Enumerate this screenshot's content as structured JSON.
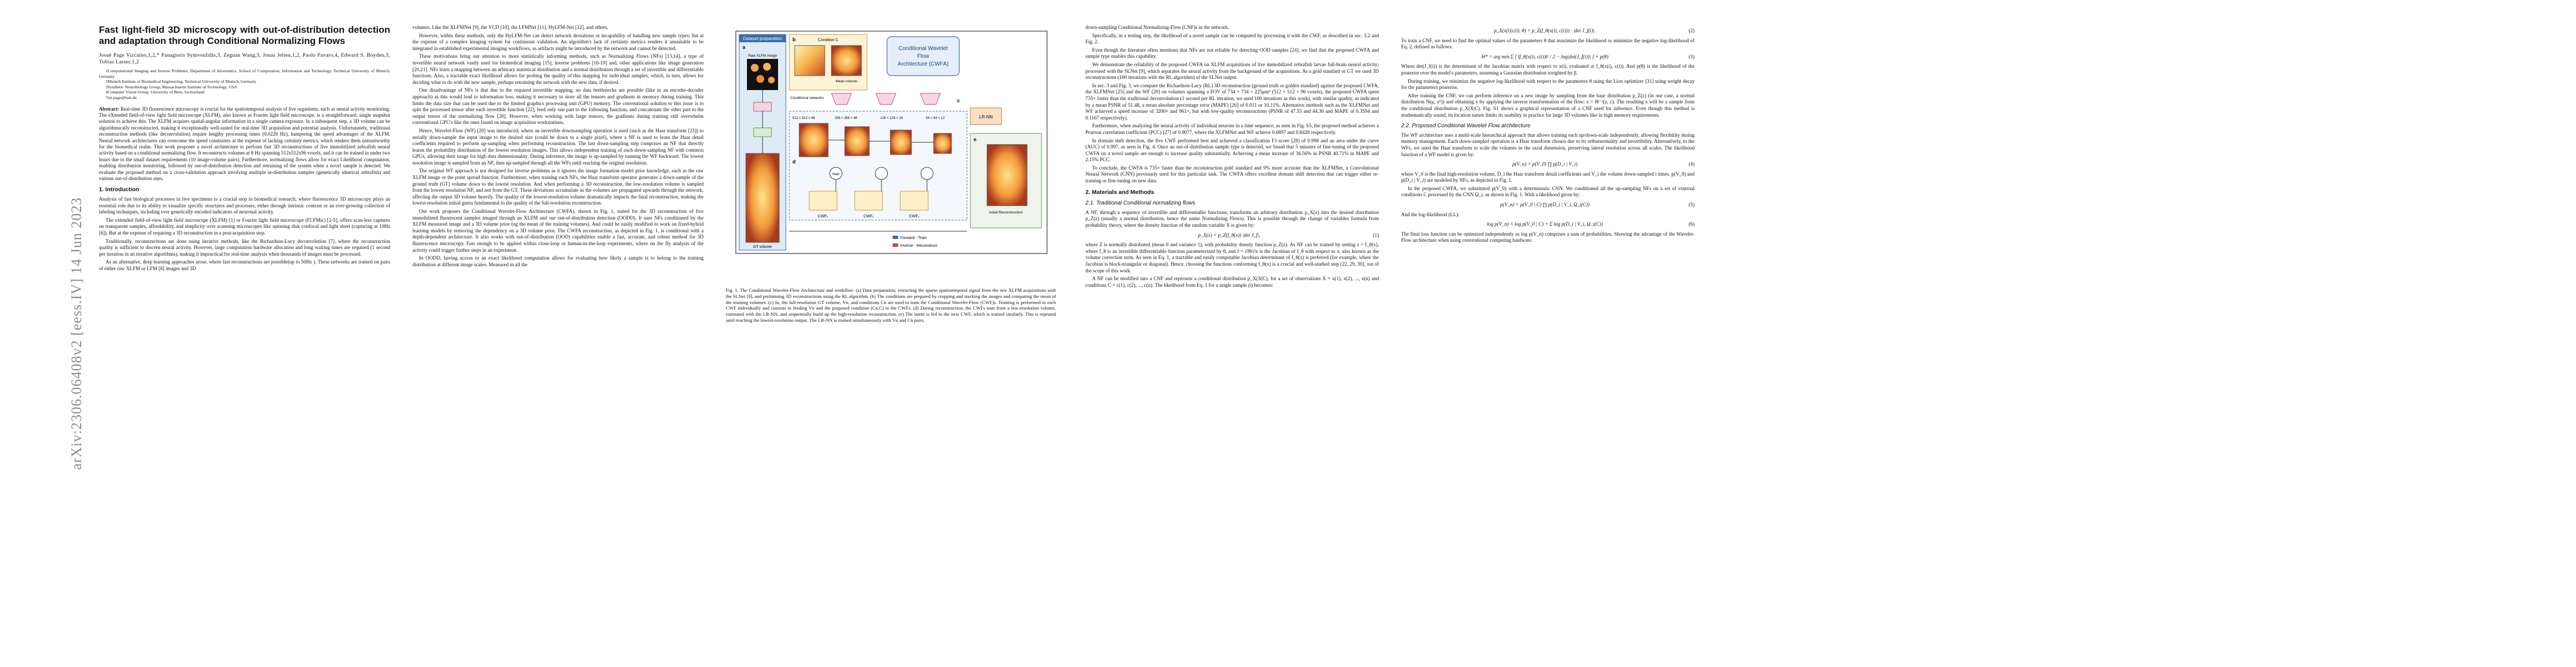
{
  "arxiv_stamp": "arXiv:2306.06408v2  [eess.IV]  14 Jun 2023",
  "paper": {
    "title": "Fast light-field 3D microscopy with out-of-distribution detection and adaptation through Conditional Normalizing Flows",
    "authors": "Josué Page Vizcaíno,1,2,* Panagiotis Symvoulidis,3, Zeguan Wang,3, Jonas Jelten,1,2, Paolo Favaro,4, Edward S. Boyden,3, Tobias Lasser,1,2",
    "affiliations": [
      "1Computational Imaging and Inverse Problems, Department of Informatics, School of Computation, Information and Technology, Technical University of Munich, Germany",
      "2Munich Institute of Biomedical Engineering, Technical University of Munich, Germany",
      "3Synthetic Neurobiology Group, Massachusetts Institute of Technology, USA",
      "4Computer Vision Group, University of Bern, Switzerland",
      "*jm.page@tum.de"
    ],
    "abstract_label": "Abstract:",
    "abstract": "Real-time 3D fluorescence microscopy is crucial for the spatiotemporal analysis of live organisms, such as neural activity monitoring. The eXtended field-of-view light field microscope (XLFM), also known as Fourier light field microscope, is a straightforward, single snapshot solution to achieve this. The XLFM acquires spatial-angular information in a single camera exposure. In a subsequent step, a 3D volume can be algorithmically reconstructed, making it exceptionally well-suited for real-time 3D acquisition and potential analysis. Unfortunately, traditional reconstruction methods (like deconvolution) require lengthy processing times (0.0220 Hz), hampering the speed advantages of the XLFM. Neural network architectures can overcome the speed constraints at the expense of lacking certainty metrics, which renders them untrustworthy for the biomedical realm. This work proposes a novel architecture to perform fast 3D reconstructions of live immobilized zebrafish neural activity based on a conditional normalizing flow. It reconstructs volumes at 8 Hz spanning 512x512x96 voxels, and it can be trained in under two hours due to the small dataset requirements (10 image-volume pairs). Furthermore, normalizing flows allow for exact Likelihood computation, enabling distribution monitoring, followed by out-of-distribution detection and retraining of the system when a novel sample is detected. We evaluate the proposed method on a cross-validation approach involving multiple in-distribution samples (genetically identical zebrafish) and various out-of-distribution ones.",
    "col1_sections": [
      {
        "heading": "1.   Introduction",
        "paragraphs": [
          "Analysis of fast biological processes in live specimens is a crucial step in biomedical research, where fluorescence 3D microscopy plays an essential role due to its ability to visualize specific structures and processes, either through intrinsic contrast or an ever-growing collection of labeling techniques, including ever genetically encoded indicators of neuronal activity.",
          "The extended field-of-view light field microscope (XLFM) [1] or Fourier light field microscope (FLFMic) [2-5], offers scan-less captures on transparent samples, affordability, and simplicity over scanning microscopes like spinning disk confocal and light sheet (capturing at 10Hz [6]). But at the expense of requiring a 3D reconstruction in a post-acquisition step.",
          "Traditionally, reconstructions are done using iterative methods, like the Richardson-Lucy deconvolution [7], where the reconstruction quality is sufficient to discern neural activity. However, large computation hardware allocation and long waiting times are required (1 second per iteration in an iterative algorithms), making it impractical for real-time analysis when thousands of images must be processed.",
          "As an alternative, deep learning approaches arose, where fast reconstructions are possible(up to 50Hz ). These networks are trained on pairs of either raw XLFM or LFM [8] images and 3D"
        ]
      }
    ],
    "col2_paragraphs": [
      "volumes. Like the XLFMNet [9], the VCD [10], the LFMNet [11], HyLFM-Net [12], and others.",
      "However, within these methods, only the HyLFM-Net can detect network deviations or incapability of handling new sample types; but at the expense of a complex imaging system for continuous validation. An algorithm's lack of certainty metrics renders it unsuitable to be integrated in established experimental imaging workflows, as artifacts might be introduced by the network and cannot be detected.",
      "These motivations bring our attention to more statistically informing methods, such as Normalizing Flows (NFs) [13,14], a type of invertible neural network vastly used for biomedical imaging [15], inverse problems [16-19] and, other applications like image generation [20,21]. NFs learn a mapping between an arbitrary statistical distribution and a normal distribution through a set of invertible and differentiable functions. Also, a tractable exact likelihood allows for probing the quality of this mapping for individual samples, which, in turn, allows for deciding what to do with the new sample, perhaps retraining the network with the new data, if desired.",
      "One disadvantage of NFs is that due to the required invertible mapping, no data bottlenecks are possible (like in an encoder-decoder approach) as this would lead to information loss, making it necessary to store all the tensors and gradients in memory during training. This limits the data size that can be used due to the limited graphics processing unit (GPU) memory. The conventional solution to this issue is to split the processed tensor after each invertible function [22], feed only one part to the following function, and concatenate the other part to the output tensor of the normalizing flow [20]. However, when working with large tensors, the gradients during training still overwhelm conventional GPU's like the ones found on image acquisition workstations.",
      "Hence, Wavelet-Flow (WF) [20] was introduced, where an invertible downsampling operation is used (such as the Haar transform [23]) to serially down-sample the input image to the desired size (could be down to a single pixel), where a NF is used to learn the Haar detail coefficients required to perform up-sampling when performing reconstruction. The last down-sampling step comprises an NF that directly learns the probability distribution of the lowest resolution images. This allows independent training of each down-sampling NF with common GPUs, allowing their usage for high data dimensionality. During inference, the image is up-sampled by running the WF backward. The lowest resolution image is sampled from an NF, then up-sampled through all the WFs until reaching the original resolution.",
      "The original WF approach is not designed for inverse problems as it ignores the image formation model prior knowledge, such as the raw XLFM image or the point spread function. Furthermore, when training each NFs, the Haar transform operator generates a down-sample of the ground truth (GT) volume down to the lowest resolution. And when performing a 3D reconstruction, the low-resolution volume is sampled from the lowest resolution NF, and not from the GT. These deviations accumulate as the volumes are propagated upwards through the network, affecting the output 3D volume heavily. The quality of the lowest-resolution volume dramatically impacts the final reconstruction, making the lowest-resolution initial guess fundamental to the quality of the full-resolution reconstruction.",
      "Our work proposes the Conditional Wavelet-Flow Architecture (CWFA), shown in Fig. 1, suited for the 3D reconstruction of live immobilized fluorescent samples imaged through an XLFM and our out-of-distribution detection (OODD). It uses NFs conditioned by the XLFM measured image and a 3D volume prior (eg the mean of the training volumes). And could be easily modified to work on fixed-hybrid learning models by removing the dependency on a 3D volume prior. The CWFA reconstruction, as depicted in Fig. 1, is conditional with a depth-dependent architecture. It also works with out-of-distribution (OOD) capabilities enable a fast, accurate, and robust method for 3D fluorescence microscopy. Fast enough to be applied within close-loop or human-in-the-loop experiments, where on the fly analysis of the activity could trigger further steps in an experiment.",
      "In OODD, having access to an exact likelihood computation allows for evaluating how likely a sample is to belong to the training distribution at different image scales. Measured in all the"
    ],
    "figure": {
      "panel_labels": [
        "a",
        "b",
        "c",
        "d",
        "e"
      ],
      "dataset_prep": "Dataset preparation",
      "raw_xlfm": "Raw XLFM image",
      "conditions": "Condition C",
      "conditional_networks": "Conditional networks",
      "architecture_title": "Conditional Wavelet Flow Architecture (CWFA)",
      "gt_volume": "GT volume",
      "mean_volume": "Mean volume",
      "initial_reconstruction": "Initial Reconstruction",
      "lr_nn": "LR-NN",
      "haar": "Haar",
      "forward_label": "Forward - Train",
      "inverse_label": "Inverse - Reconstruct",
      "cwf_labels": [
        "CWF₀",
        "CWF₁",
        "CWF₂"
      ],
      "sizes": [
        "512 × 512 × 96",
        "256 × 256 × 48",
        "128 × 128 × 24",
        "64 × 64 × 12"
      ],
      "caption": "Fig. 1. The Conditional Wavelet-Flow Architecture and workflow: (a) Data preparation; extracting the sparse spatiotemporal signal from the raw XLFM acquisitions with the SLNet [9], and performing 3D reconstructions using the RL algorithm. (b) The conditions are prepared by cropping and stacking the images and computing the mean of the training volumes. (c) In, the full-resolution GT volume, Vn, and conditions Cn are used to train the Conditional Wavelet-Flow (CWF)s. Training is performed in each CWF individually and consists in feeding Vn and the proposed condition (Cn,C) to the CWFs. (d) During reconstruction, the CWFs start from a low-resolution volume, estimated with the LR-NN, and sequentially build up the high-resolution reconstruction. (e) The latent is fed to the next CWF, which is trained similarly. This is repeated until reaching the lowest-resolution output. The LR-NN is trained simultaneously with Vn and Cn pairs."
    },
    "col3_paragraphs": [
      "down-sampling Conditional Normalizing-Flow (CNF)s in the network.",
      "Specifically, in a testing step, the likelihood of a novel sample can be computed by processing it with the CWF, as described in sec. 3.2 and Fig. 2.",
      "Even though the literature often mentions that NFs are not reliable for detecting OOD samples [24], we find that the proposed CWFA and sample type enables this capability.",
      "We demonstrate the reliability of the proposed CWFA on XLFM acquisitions of live immobilized zebrafish larvae full-brain neural activity; processed with the SLNet [9], which separates the neural activity from the background of the acquisitions. As a gold standard or GT we used 3D reconstructions (100 iterations with the RL algorithm) of the SLNet output.",
      "In sec. 3 and Fig. 3, we compare the Richardson-Lucy (RL) 3D reconstruction (ground truth or golden standard) against the proposed CWFA, the XLFMNet [25] and the WF [20] on volumes spanning a FOV of 734 × 734 × 225μm³ (512 × 512 × 96 voxels), the proposed CWFA spent 735× faster than the traditional deconvolution (1 second per RL iteration, we used 100 iterations in this work), with similar quality, as indicated by a mean PSNR of 51.48, a mean absolute percentage error (MAPE) [26] of 0.011 or 10.11%. Alternative methods such as the XLFMNet and WF achieved a speed increase of 3200× and 961×, but with low-quality reconstructions (PSNR of 47.55 and 44.30 and MAPE of 0.3594 and 0.1167 respectively).",
      "Furthermore, when analyzing the neural activity of individual neurons in a time sequence, as seen in Fig. S5, the proposed method achieves a Pearson correlation coefficient (PCC) [27] of 0.9077, where the XLFMNet and WF achieve 0.6897 and 0.8428 respectively.",
      "In domain shift detection, the five CWF performed best and achieved a classification F1-score [28] of 0.998 and an area under the curve (AUC) of 0.997, as seen in Fig. 4. Once an out-of-distribution sample type is detected, we found that 5 minutes of fine-tuning of the proposed CWFA on a novel sample are enough to increase quality substantially. Achieving a mean increase of 36.56% in PSNR 40.71% in MAPE and 2.15% PCC.",
      "To conclude, the CWFA is 735× faster than the reconstruction gold standard and 9% more accurate than the XLFMNet, a Convolutional Neural Network (CNN) previously used for this particular task. The CWFA offers excellent domain shift detection that can trigger either re-training or fine-tuning on new data."
    ],
    "col3_section": "2.   Materials and Methods",
    "col3_subsection": "2.1.   Traditional Conditional normalizing flows",
    "col3_after": [
      "A NF, through a sequence of invertible and differentiable functions, transforms an arbitrary distribution p_X(x) into the desired distribution p_Z(z) (usually a normal distribution, hence the name Normalizing Flows). This is possible through the change of variables formula from probability theory, where the density function of the random variable X is given by:"
    ],
    "eq1": "p_X(x) = p_Z(f_θ(x)) |det J_f|,",
    "eq1_num": "(1)",
    "col3_after_eq1": [
      "where Z is normally distributed (mean 0 and variance 1), with probability density function p_Z(z). As NF can be trained by setting z = f_θ(x), where f_θ is an invertible differentiable function parameterized by θ, and J = ∂fθ/∂x is the Jacobian of f_θ with respect to x, also known as the volume correction term. As seen in Eq. 1, a tractable and easily computable Jacobian determinant of f_θ(x) is preferred (for example, where the Jacobian is block-triangular or diagonal). Hence, choosing the functions conforming f_θ(x) is a crucial and well-studied step [22, 29, 30], out of the scope of this work.",
      "A NF can be modified into a CNF and represent a conditional distribution p_X(X|C), for a set of observations X = x(1), x(2), ..., x(n) and conditions C = c(1), c(2), ..., c(n). The likelihood from Eq. 1 for a single sample (i) becomes:"
    ],
    "col4_eq2": "p_X(x(i)|c(i), θ) = p_Z(f_θ(x(i), c(i))) · |det J_f(i)|.",
    "col4_eq2_num": "(2)",
    "col4_p1": "To train a CNF, we need to find the optimal values of the parameters θ that maximize the likelihood or minimize the negative log-likelihood of Eq. 2, defined as follows:",
    "col4_eq3": "Θ* = arg min Σ [ ‖f_θ(x(i), c(i))‖² / 2 − log|det(J_f(i))| ] + p(θ)",
    "col4_eq3_num": "(3)",
    "col4_p2": [
      "Where det(J_f(i)) is the determinant of the Jacobian matrix with respect to x(i), evaluated at f_θ(x(i), c(i)). And p(θ) is the likelihood of the posterior over the model's parameters, assuming a Gaussian distribution weighted by β.",
      "During training, we minimize the negative log-likelihood with respect to the parameters θ using the Lion optimizer [31] using weight decay for the parameters posterior.",
      "After training the CNF, we can perform inference on a new image by sampling from the base distribution p_Z(z) (in our case, a normal distribution N(μ, σ²)) and obtaining x by applying the inverse transformation of the flow: x = fθ⁻¹(z, c). The resulting x will be a sample from the conditional distribution p_X(X|C). Fig. S1 shows a graphical representation of a CNF used for inference. Even though this method is mathematically sound, its location nature limits its usability in practice for large 3D volumes like in high memory requirements."
    ],
    "col4_subsection": "2.2.   Proposed Conditional Wavelet Flow architecture",
    "col4_p3": [
      "The WF architecture uses a multi-scale hierarchical approach that allows training each up/down-scale independently, allowing flexibility during memory management. Each down-sampled operation is a Haar transform chosen due to its orthonormality and invertibility. Alternatively, to the WFs, we used the Haar transform to scale the volumes in the axial dimension, preserving lateral resolution across all scales. The likelihood function of a WF model is given by:"
    ],
    "col4_eq4": "p(V_n) = p(V_0) ∏ p(D_i | V_i)",
    "col4_eq4_num": "(4)",
    "col4_p4": [
      "where V_0 is the final high-resolution volume, D_i the Haar transform detail coefficients and V_i the volume down-sampled i times. p(V_0) and p(D_i | V_i) are modeled by NFs, as depicted in Fig. 1.",
      "In the proposed CWFA, we substituted p(V_0) with a deterministic CNN. We conditioned all the up-sampling NFs on a set of external conditions C processed by the CNN Ω_i, as shown in Fig. 1. With a likelihood given by:"
    ],
    "col4_eq5": "p(V_n) = p(V_0 | C) ∏ p(D_i | V_i, Ω_i(C))",
    "col4_eq5_num": "(5)",
    "col4_p5": "And the log-likelihood (LL):",
    "col4_eq6": "log p(V_n) = log p(V_0 | C) + Σ log p(D_i | V_i, Ω_i(C))",
    "col4_eq6_num": "(6)",
    "col4_p6": "The final loss function can be optimized independently as log p(V_n) comprises a sum of probabilities. Showing the advantage of the Wavelet-Flow architecture when using conventional computing hardware."
  }
}
